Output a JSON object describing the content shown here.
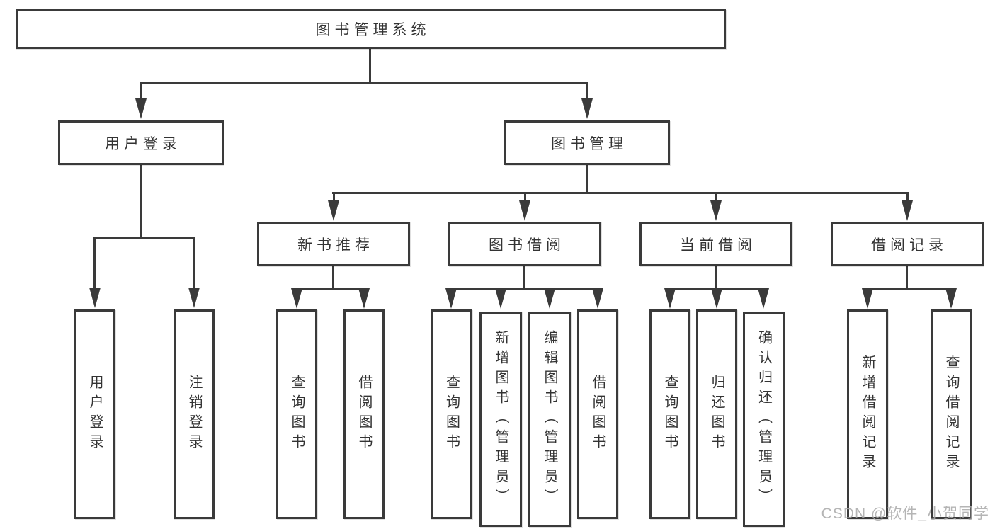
{
  "diagram": {
    "title": "图书管理系统",
    "line_color": "#3a3a3a",
    "box_background": "#ffffff",
    "text_color": "#333333",
    "branches": [
      {
        "label": "用户登录",
        "children": [
          "用户登录",
          "注销登录"
        ]
      },
      {
        "label": "图书管理",
        "children": [
          {
            "label": "新书推荐",
            "children": [
              "查询图书",
              "借阅图书"
            ]
          },
          {
            "label": "图书借阅",
            "children": [
              "查询图书",
              "新增图书（管理员）",
              "编辑图书（管理员）",
              "借阅图书"
            ]
          },
          {
            "label": "当前借阅",
            "children": [
              "查询图书",
              "归还图书",
              "确认归还（管理员）"
            ]
          },
          {
            "label": "借阅记录",
            "children": [
              "新增借阅记录",
              "查询借阅记录"
            ]
          }
        ]
      }
    ]
  },
  "watermark": {
    "text": "CSDN @软件_小贺同学",
    "color": "#a9a9a9"
  }
}
